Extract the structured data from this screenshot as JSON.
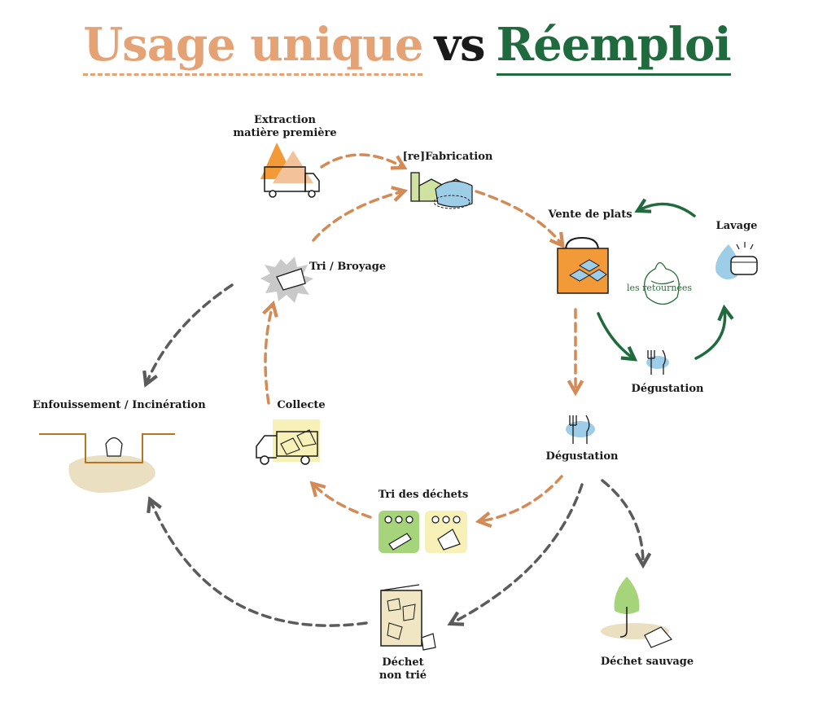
{
  "title": {
    "single_use": "Usage unique",
    "vs": "vs",
    "reuse": "Réemploi"
  },
  "labels": {
    "extraction": "Extraction\nmatière première",
    "fabrication": "[re]Fabrication",
    "vente": "Vente de plats",
    "lavage": "Lavage",
    "degustation_reuse": "Dégustation",
    "degustation": "Dégustation",
    "tri_broyage": "Tri / Broyage",
    "collecte": "Collecte",
    "tri_dechets": "Tri des déchets",
    "enfouissement": "Enfouissement / Incinération",
    "dechet_non_trie": "Déchet\nnon trié",
    "dechet_sauvage": "Déchet sauvage"
  },
  "logo": {
    "text": "les retournées"
  },
  "colors": {
    "single_use": "#e5a275",
    "reuse": "#1f6b3d",
    "waste": "#5b5b5b"
  },
  "icons": [
    "truck-icon",
    "factory-icon",
    "bag-icon",
    "washing-icon",
    "cutlery-icon",
    "shredder-icon",
    "collection-truck-icon",
    "recycling-bin-icon",
    "landfill-icon",
    "trash-bag-icon",
    "tree-icon",
    "logo-icon"
  ]
}
